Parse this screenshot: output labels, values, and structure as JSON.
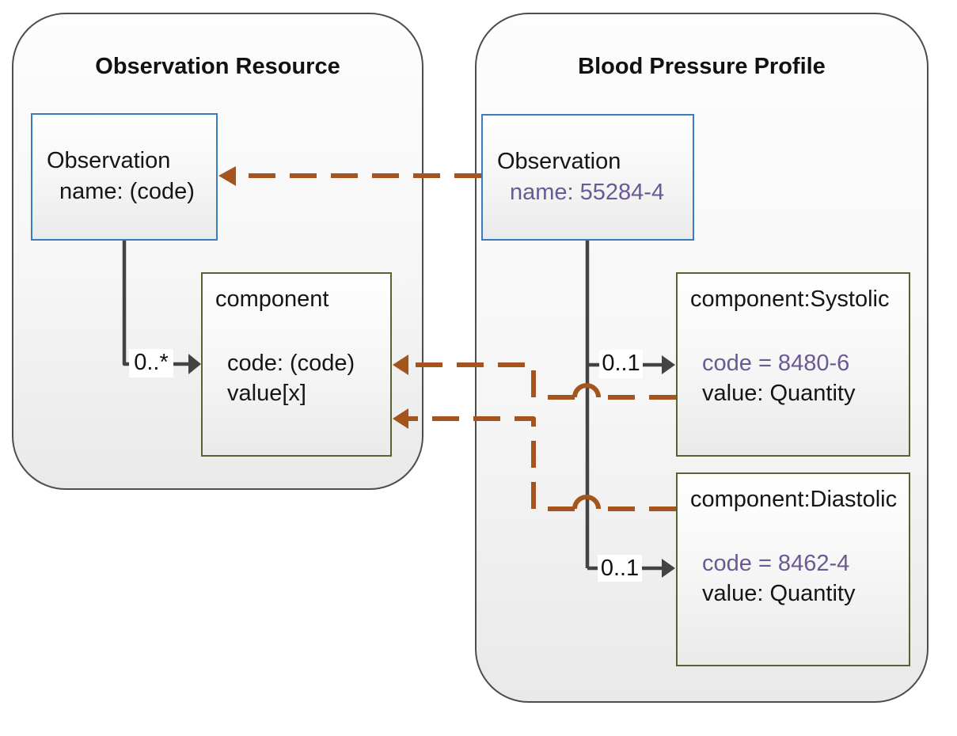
{
  "left_panel": {
    "title": "Observation Resource",
    "observation_box": {
      "line1": "Observation",
      "line2": "name: (code)"
    },
    "component_box": {
      "title": "component",
      "attr1": "code: (code)",
      "attr2": "value[x]"
    },
    "multiplicity": "0..*"
  },
  "right_panel": {
    "title": "Blood Pressure Profile",
    "observation_box": {
      "line1": "Observation",
      "line2": "name: 55284-4"
    },
    "systolic_box": {
      "title": "component:Systolic",
      "attr1": "code = 8480-6",
      "attr2": "value: Quantity"
    },
    "diastolic_box": {
      "title": "component:Diastolic",
      "attr1": "code = 8462-4",
      "attr2": "value: Quantity"
    },
    "systolic_multiplicity": "0..1",
    "diastolic_multiplicity": "0..1"
  },
  "colors": {
    "blue_border": "#3a7cbe",
    "olive_border": "#5d6130",
    "mapping_arrow_brown": "#a4541d",
    "constraint_text_purple": "#695a93",
    "connector_gray": "#434343"
  }
}
